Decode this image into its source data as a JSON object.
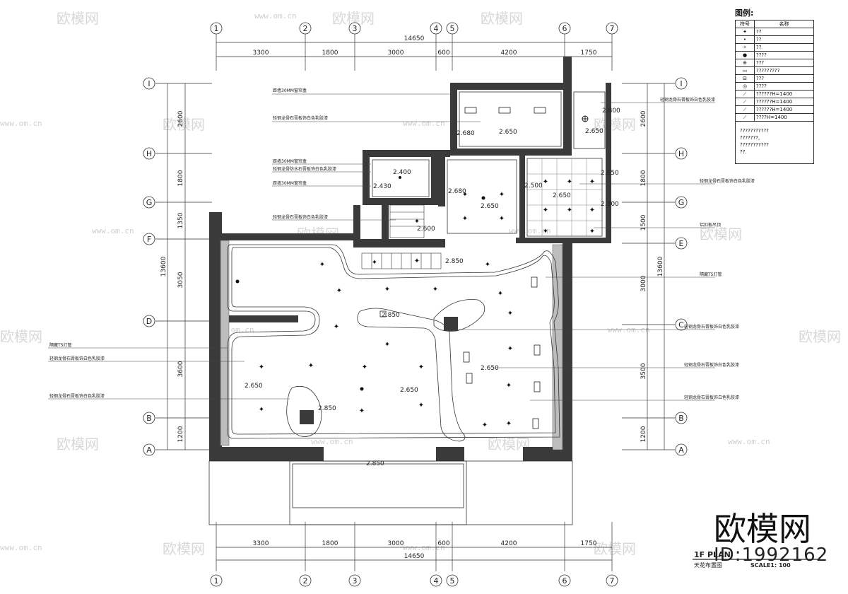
{
  "grid_top": [
    "1",
    "2",
    "3",
    "4",
    "5",
    "6",
    "7"
  ],
  "grid_left": [
    "I",
    "H",
    "G",
    "F",
    "D",
    "B",
    "A"
  ],
  "grid_right": [
    "I",
    "H",
    "G",
    "E",
    "C",
    "B",
    "A"
  ],
  "dims_top": {
    "total": "14650",
    "segments": [
      "3300",
      "1800",
      "3000",
      "600",
      "4200",
      "1750"
    ]
  },
  "dims_bottom": {
    "total": "14650",
    "segments": [
      "3300",
      "1800",
      "3000",
      "600",
      "4200",
      "1750"
    ]
  },
  "dims_left": {
    "total": "13600",
    "segments": [
      "2600",
      "1800",
      "1350",
      "3050",
      "3600",
      "1200"
    ]
  },
  "dims_right": {
    "total": "13600",
    "segments": [
      "2600",
      "1800",
      "1500",
      "3000",
      "3500",
      "1200"
    ]
  },
  "levels": [
    "2.800",
    "2.650",
    "2.680",
    "2.650",
    "2.400",
    "2.430",
    "2.680",
    "2.500",
    "2.650",
    "2.650",
    "2.300",
    "2.650",
    "2.600",
    "2.850",
    "2.850",
    "2.650",
    "2.650",
    "2.650",
    "2.850",
    "2.850"
  ],
  "annotations_left": [
    "距墙30MM窗帘盒",
    "轻钢龙骨石膏板饰白色乳胶漆",
    "距墙30MM窗帘盒",
    "轻钢龙骨防水石膏板饰白色乳胶漆",
    "距墙30MM窗帘盒",
    "轻钢龙骨石膏板饰白色乳胶漆",
    "隔藏T5灯管",
    "轻钢龙骨石膏板饰白色乳胶漆",
    "轻钢龙骨石膏板饰白色乳胶漆"
  ],
  "annotations_right": [
    "轻钢龙骨石膏板饰白色乳胶漆",
    "铝扣板吊顶",
    "隔藏T5灯管",
    "轻钢龙骨石膏板饰白色乳胶漆",
    "轻钢龙骨石膏板饰白色乳胶漆",
    "轻钢龙骨石膏板饰白色乳胶漆"
  ],
  "legend": {
    "title": "图例:",
    "col_symbol": "符号",
    "col_name": "名称",
    "rows": [
      {
        "icon": "cross-light-icon",
        "name": "??"
      },
      {
        "icon": "small-dot-icon",
        "name": "??"
      },
      {
        "icon": "star-light-icon",
        "name": "??"
      },
      {
        "icon": "dot-icon",
        "name": "????"
      },
      {
        "icon": "circle-cross-icon",
        "name": "???"
      },
      {
        "icon": "box-light-icon",
        "name": "?????????"
      },
      {
        "icon": "vent-icon",
        "name": "???"
      },
      {
        "icon": "smoke-detector-icon",
        "name": "????"
      },
      {
        "icon": "switch-icon",
        "name": "??????H=1400"
      },
      {
        "icon": "switch-icon",
        "name": "??????H=1400"
      },
      {
        "icon": "switch-icon",
        "name": "??????H=1400"
      },
      {
        "icon": "switch-icon",
        "name": "????H=1400"
      }
    ],
    "notes": [
      "???????????",
      "???????,",
      "???????????",
      "??."
    ]
  },
  "title_block": {
    "plan_name": "1F PLAN",
    "plan_sub": "天花布置图",
    "scale": "SCALE1: 100"
  },
  "brand": "欧模网",
  "image_id": "ID:1992162",
  "watermark": "欧模网",
  "watermark_url": "www.om.cn"
}
